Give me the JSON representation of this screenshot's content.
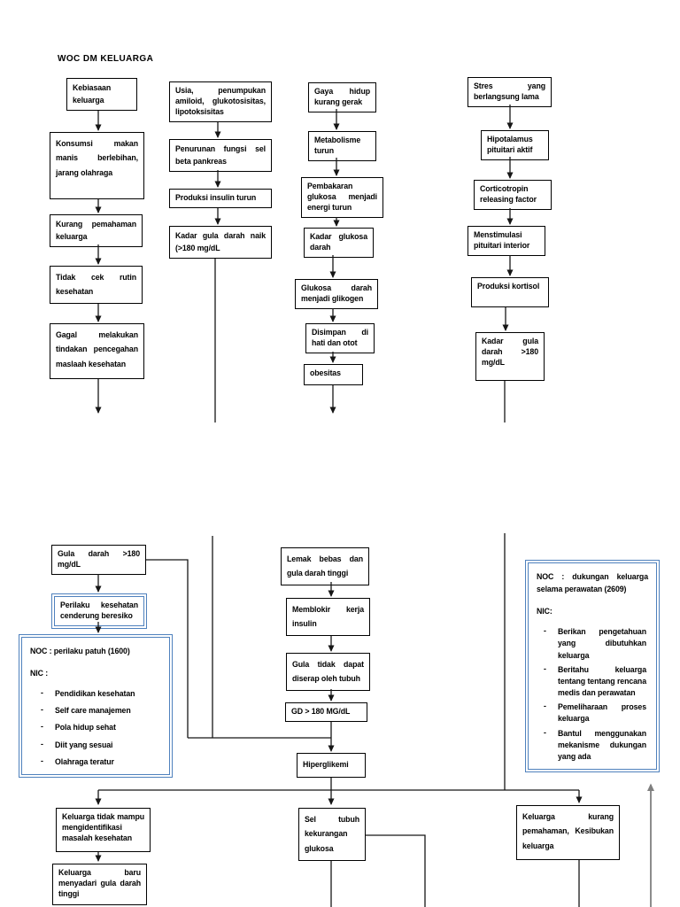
{
  "title": "WOC DM KELUARGA",
  "top": {
    "col1": [
      "Kebiasaan keluarga",
      "Konsumsi makan manis berlebihan, jarang olahraga",
      "Kurang pemahaman keluarga",
      "Tidak cek rutin kesehatan",
      "Gagal melakukan tindakan pencegahan maslaah kesehatan"
    ],
    "col2": [
      "Usia, penumpukan amiloid, glukotosisitas, lipotoksisitas",
      "Penurunan fungsi sel beta pankreas",
      "Produksi insulin turun",
      "Kadar gula darah naik (>180 mg/dL"
    ],
    "col3": [
      "Gaya hidup kurang gerak",
      "Metabolisme turun",
      "Pembakaran glukosa menjadi energi turun",
      "Kadar glukosa darah",
      "Glukosa darah menjadi glikogen",
      "Disimpan di hati dan otot",
      "obesitas"
    ],
    "col4": [
      "Stres yang berlangsung lama",
      "Hipotalamus pituitari aktif",
      "Corticotropin releasing factor",
      "Menstimulasi pituitari interior",
      "Produksi kortisol",
      "Kadar gula darah >180 mg/dL"
    ]
  },
  "bottom": {
    "left": [
      "Gula darah >180 mg/dL",
      "Perilaku kesehatan cenderung beresiko"
    ],
    "noc_left": {
      "title": "NOC : perilaku patuh (1600)",
      "nic": "NIC :",
      "items": [
        "Pendidikan kesehatan",
        "Self care manajemen",
        "Pola hidup sehat",
        "Diit yang sesuai",
        "Olahraga teratur"
      ]
    },
    "middle": [
      "Lemak bebas dan gula darah tinggi",
      "Memblokir kerja insulin",
      "Gula tidak dapat diserap oleh tubuh",
      "GD > 180 MG/dL",
      "Hiperglikemi",
      "Sel tubuh kekurangan glukosa"
    ],
    "noc_right": {
      "title": "NOC : dukungan keluarga selama perawatan (2609)",
      "nic": "NIC:",
      "items": [
        "Berikan pengetahuan yang dibutuhkan keluarga",
        "Beritahu keluarga tentang tentang rencana medis dan perawatan",
        "Pemeliharaan proses keluarga",
        "Bantul menggunakan mekanisme dukungan yang ada"
      ]
    },
    "left_bottom": [
      "Keluarga tidak mampu mengidentifikasi masalah kesehatan",
      "Keluarga baru menyadari gula darah tinggi"
    ],
    "right_bottom": "Keluarga kurang pemahaman, Kesibukan keluarga",
    "dash": "-"
  },
  "colors": {
    "box_border": "#000000",
    "accent_blue": "#4f81bd",
    "gray_arrow": "#7f7f7f"
  }
}
